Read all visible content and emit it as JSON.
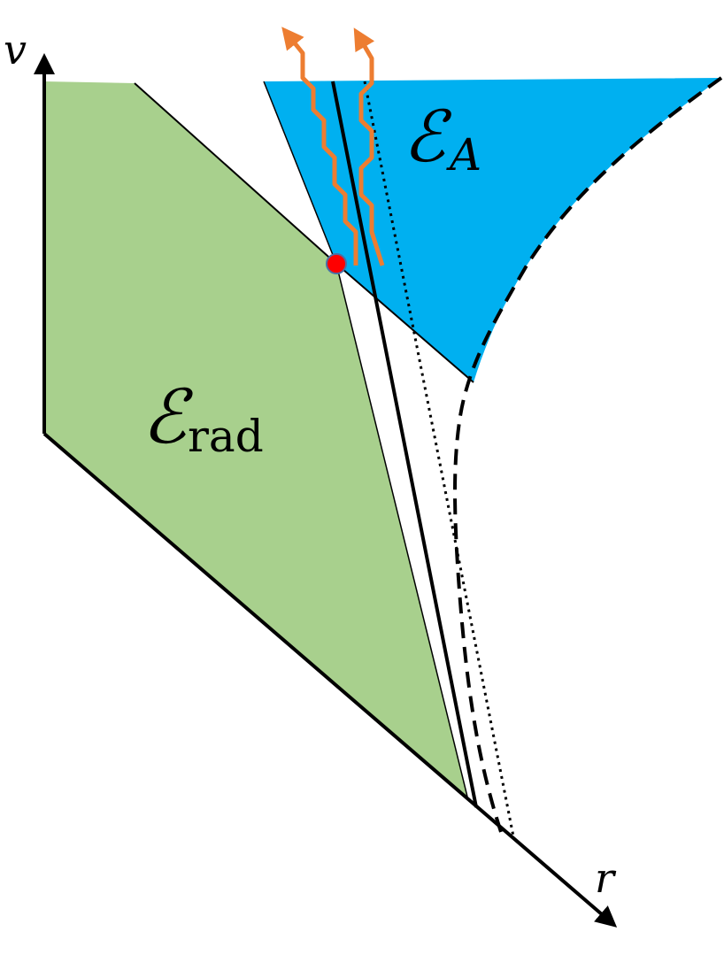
{
  "axes": {
    "vertical_label": "v",
    "horizontal_label": "r"
  },
  "regions": {
    "radiation": {
      "symbol": "ℰ",
      "subscript": "rad",
      "fill": "#a8d08d"
    },
    "island": {
      "symbol": "ℰ",
      "subscript": "A",
      "fill": "#00b0f0"
    }
  },
  "colors": {
    "lines": "#000000",
    "hawking_quanta": "#ed7d31",
    "marker": "#ff0000"
  },
  "icons": {
    "marker": "red-dot-icon",
    "radiation_arrows": "wavy-arrow-icon"
  }
}
